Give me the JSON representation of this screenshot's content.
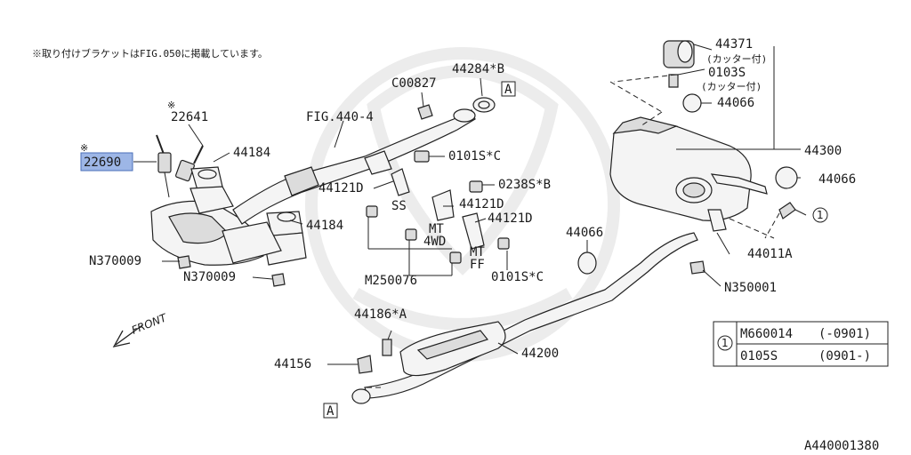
{
  "note": "※取り付けブラケットはFIG.050に掲載しています。",
  "figure_id": "A440001380",
  "front_label": "FRONT",
  "ref_mark": "※",
  "highlight_color": "#9db6e6",
  "parts": {
    "p22690": "22690",
    "p22641": "22641",
    "p44184a": "44184",
    "p44184b": "44184",
    "pN370009a": "N370009",
    "pN370009b": "N370009",
    "pFIG": "FIG.440-4",
    "pC00827": "C00827",
    "p44284B": "44284*B",
    "p0101SCa": "0101S*C",
    "p44121Da": "44121D",
    "pSS": "SS",
    "p0238SB": "0238S*B",
    "p44121Db": "44121D",
    "pMT1": "MT",
    "p4WD": "4WD",
    "p44121Dc": "44121D",
    "pMT2": "MT",
    "pFF": "FF",
    "pM250076": "M250076",
    "p0101SCb": "0101S*C",
    "p44371": "44371",
    "pCutter1": "(カッター付)",
    "p0103S": "0103S",
    "pCutter2": "(カッター付)",
    "p44066a": "44066",
    "p44300": "44300",
    "p44066b": "44066",
    "p44066c": "44066",
    "p44011A": "44011A",
    "pN350001": "N350001",
    "p44186A": "44186*A",
    "p44156": "44156",
    "p44200": "44200",
    "pA1": "A",
    "pA2": "A",
    "circle1": "1",
    "circle2": "1"
  },
  "legend": {
    "marker": "1",
    "rows": [
      {
        "part": "M660014",
        "range": "(-0901)"
      },
      {
        "part": "0105S",
        "range": "(0901-)"
      }
    ]
  }
}
